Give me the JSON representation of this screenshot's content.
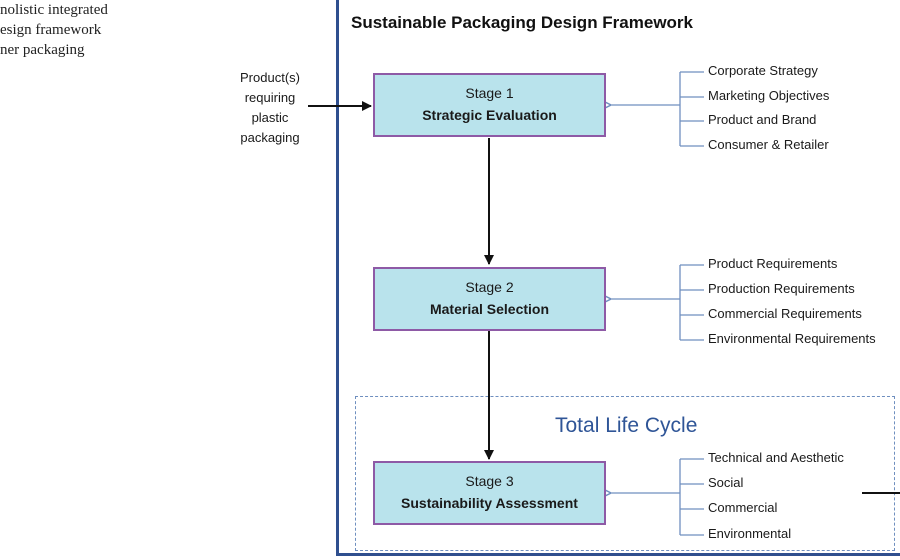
{
  "caption_lines": [
    "nolistic integrated",
    "esign framework",
    "ner packaging"
  ],
  "framework_title": "Sustainable Packaging Design Framework",
  "input": {
    "lines": [
      "Product(s)",
      "requiring",
      "plastic",
      "packaging"
    ]
  },
  "stages": [
    {
      "number": "Stage 1",
      "name": "Strategic Evaluation",
      "inputs": [
        "Corporate Strategy",
        "Marketing Objectives",
        "Product and Brand",
        "Consumer & Retailer"
      ]
    },
    {
      "number": "Stage 2",
      "name": "Material Selection",
      "inputs": [
        "Product Requirements",
        "Production Requirements",
        "Commercial Requirements",
        "Environmental Requirements"
      ]
    },
    {
      "number": "Stage 3",
      "name": "Sustainability Assessment",
      "inputs": [
        "Technical and Aesthetic",
        "Social",
        "Commercial",
        "Environmental"
      ]
    }
  ],
  "life_cycle_title": "Total Life Cycle"
}
